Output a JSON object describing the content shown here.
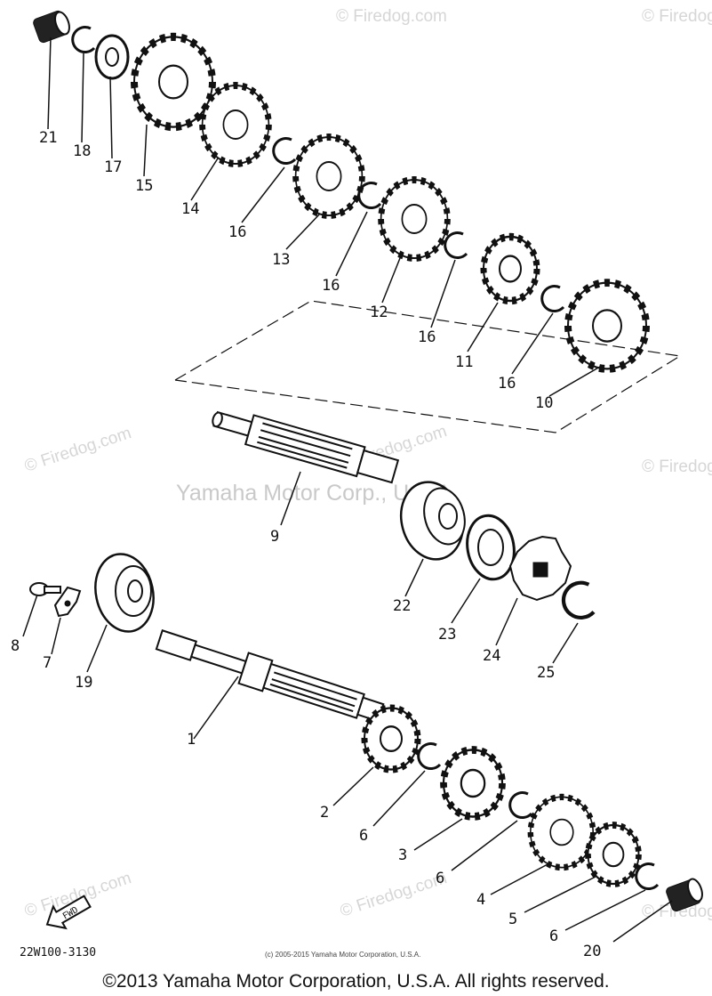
{
  "watermarks": {
    "site": "© Firedog.com",
    "site_plain": "Firedog.com",
    "center": "Yamaha Motor Corp., U.S.A."
  },
  "diagram_code": "22W100-3130",
  "fwd_label": "FWD",
  "small_copyright": "(c) 2005-2015 Yamaha Motor Corporation, U.S.A.",
  "footer": "©2013 Yamaha Motor Corporation, U.S.A. All rights reserved.",
  "part_numbers": {
    "p1": "1",
    "p2": "2",
    "p3": "3",
    "p4": "4",
    "p5": "5",
    "p6a": "6",
    "p6b": "6",
    "p6c": "6",
    "p7": "7",
    "p8": "8",
    "p9": "9",
    "p10": "10",
    "p11": "11",
    "p12": "12",
    "p13": "13",
    "p14": "14",
    "p15": "15",
    "p16a": "16",
    "p16b": "16",
    "p16c": "16",
    "p16d": "16",
    "p17": "17",
    "p18": "18",
    "p19": "19",
    "p20": "20",
    "p21": "21",
    "p22": "22",
    "p23": "23",
    "p24": "24",
    "p25": "25"
  }
}
